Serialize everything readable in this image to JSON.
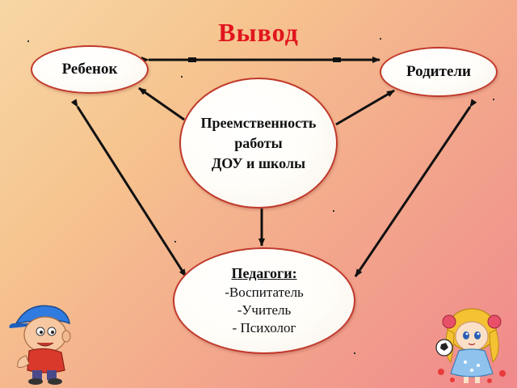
{
  "title": "Вывод",
  "nodes": {
    "child": "Ребенок",
    "parents": "Родители",
    "center": [
      "Преемственность",
      "работы",
      "ДОУ и школы"
    ],
    "teachers": {
      "title": "Педагоги:",
      "items": [
        "-Воспитатель",
        "-Учитель",
        "- Психолог"
      ]
    }
  },
  "colors": {
    "title": "#e0161e",
    "node_border": "#c0392b",
    "arrow": "#111111"
  },
  "icons": [
    "boy-cartoon-icon",
    "girl-cartoon-icon"
  ]
}
